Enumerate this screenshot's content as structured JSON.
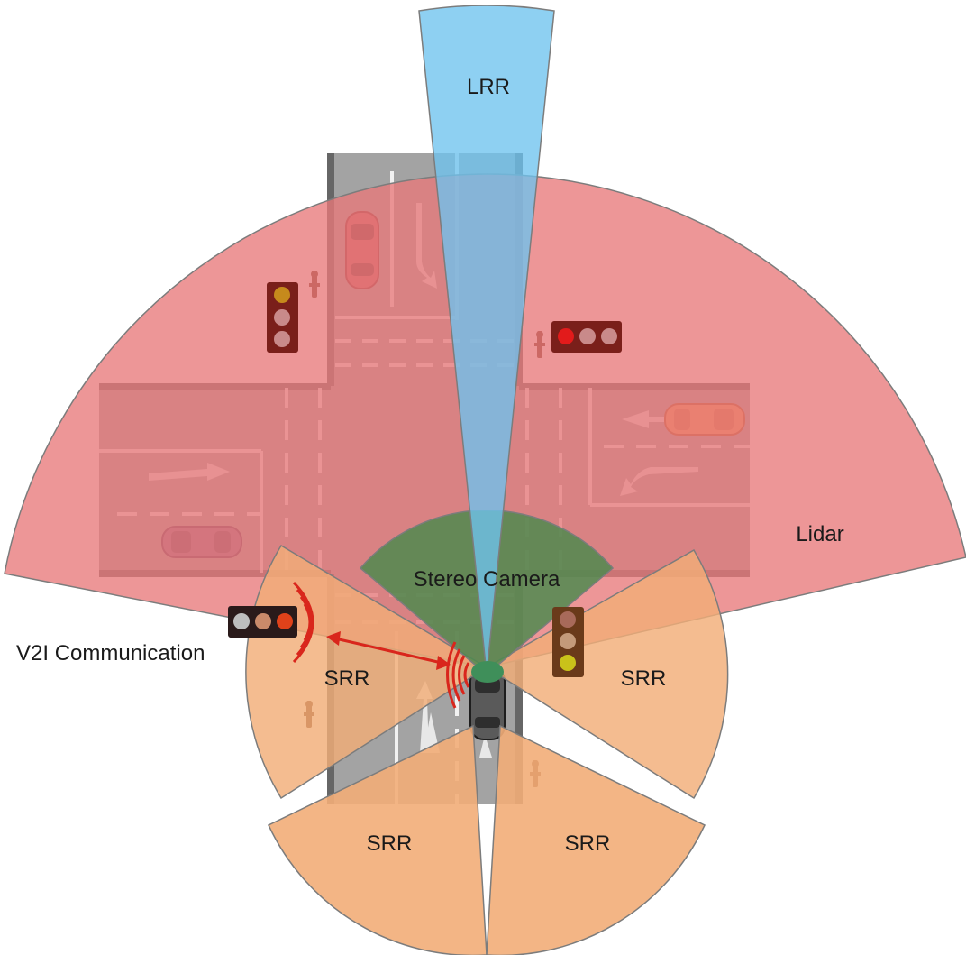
{
  "labels": {
    "lrr": "LRR",
    "lidar": "Lidar",
    "stereo_camera": "Stereo Camera",
    "v2i": "V2I Communication",
    "srr_front_left": "SRR",
    "srr_front_right": "SRR",
    "srr_rear_left": "SRR",
    "srr_rear_right": "SRR"
  },
  "colors": {
    "lrr": "#6ec3ee",
    "lidar": "#e8787a",
    "stereo_camera": "#4f8a4f",
    "srr": "#f2ad78",
    "road": "#9a9a9a",
    "signal_red": "#e21b1b",
    "signal_amber": "#c68a1c",
    "signal_yellow": "#c9c21a",
    "v2i_waves": "#d9261c"
  },
  "traffic_lights": [
    {
      "name": "top-left",
      "active": "amber"
    },
    {
      "name": "top-right",
      "active": "red"
    },
    {
      "name": "left",
      "active": "red"
    },
    {
      "name": "right",
      "active": "yellow"
    }
  ]
}
